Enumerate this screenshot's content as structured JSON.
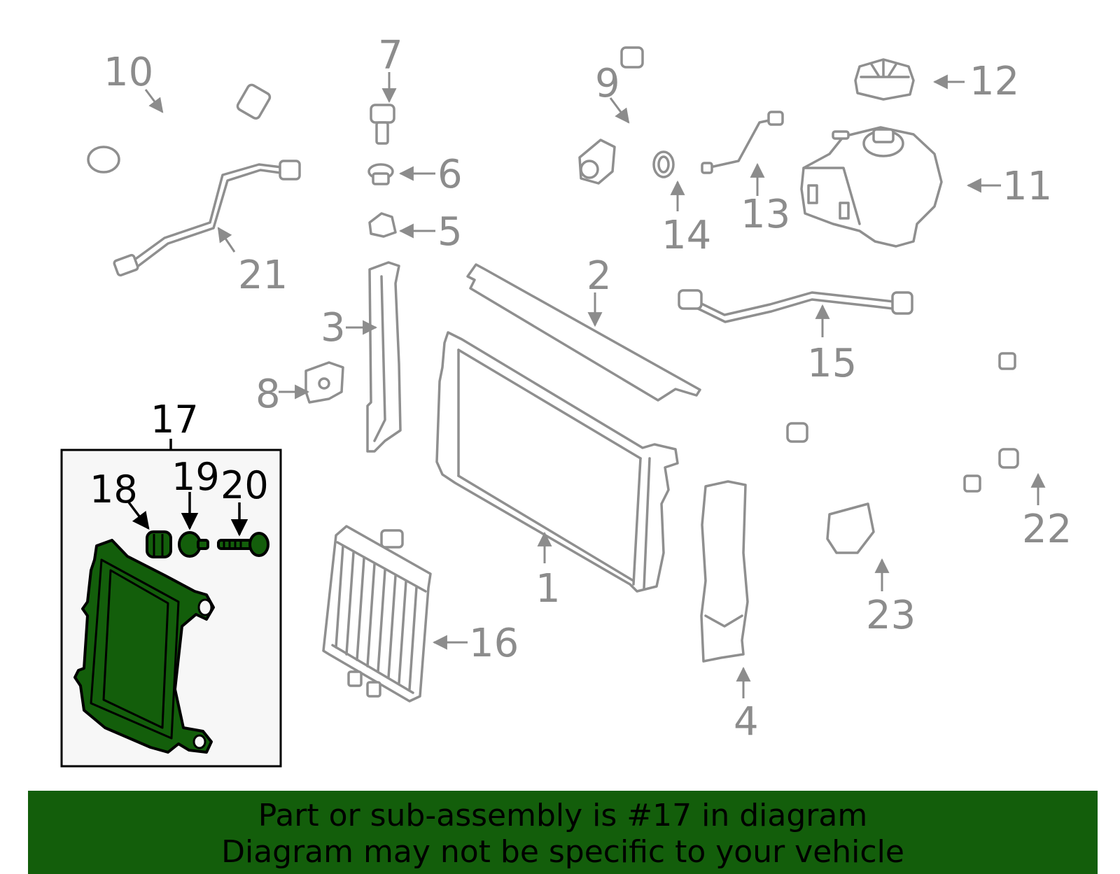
{
  "colors": {
    "highlight": "#135e0b",
    "part_stroke": "#8f8f8f",
    "callout_text": "#8c8c8c",
    "inset_bg": "#f7f7f7"
  },
  "callouts": {
    "c1": "1",
    "c2": "2",
    "c3": "3",
    "c4": "4",
    "c5": "5",
    "c6": "6",
    "c7": "7",
    "c8": "8",
    "c9": "9",
    "c10": "10",
    "c11": "11",
    "c12": "12",
    "c13": "13",
    "c14": "14",
    "c15": "15",
    "c16": "16",
    "c17": "17",
    "c18": "18",
    "c19": "19",
    "c20": "20",
    "c21": "21",
    "c22": "22",
    "c23": "23"
  },
  "banner": {
    "line1": "Part or sub-assembly is #17 in diagram",
    "line2": "Diagram may not be specific to your vehicle"
  }
}
